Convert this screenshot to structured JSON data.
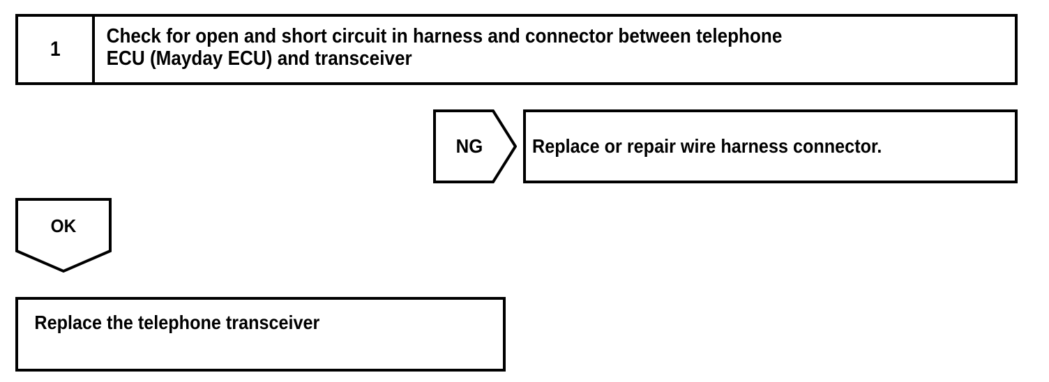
{
  "document": {
    "type": "troubleshooting-flowchart",
    "background_color": "#ffffff",
    "line_color": "#000000",
    "text_color": "#000000"
  },
  "step": {
    "number": "1",
    "instruction": "Check for open and short circuit in harness and connector between telephone\nECU (Mayday ECU) and transceiver"
  },
  "branches": [
    {
      "label": "NG",
      "direction": "right",
      "shape": "pentagon-arrow-right",
      "result": "Replace or repair wire harness connector."
    },
    {
      "label": "OK",
      "direction": "down",
      "shape": "pentagon-arrow-down",
      "result": "Replace the telephone transceiver"
    }
  ],
  "ng_branch": {
    "label": "NG",
    "result": "Replace or repair wire harness connector."
  },
  "ok_branch": {
    "label": "OK",
    "result": "Replace the telephone transceiver"
  }
}
